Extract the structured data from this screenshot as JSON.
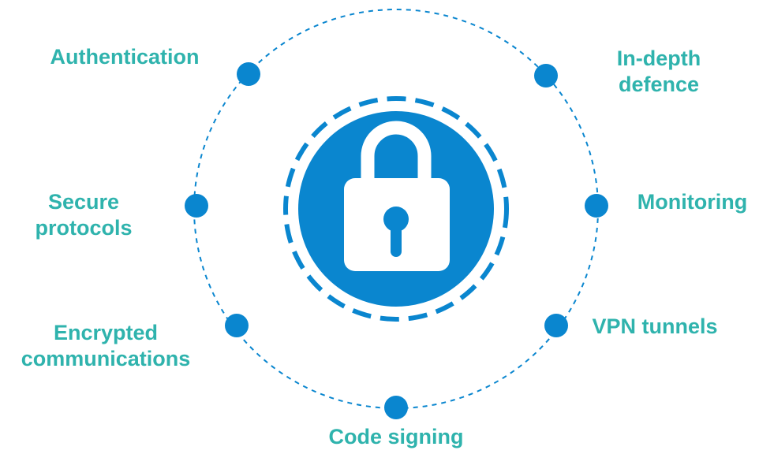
{
  "colors": {
    "accent": "#0a86cf",
    "label": "#2fb3ad",
    "lock": "#ffffff"
  },
  "center": {
    "icon": "padlock-icon"
  },
  "nodes": [
    {
      "id": "authentication",
      "lines": [
        "Authentication"
      ]
    },
    {
      "id": "in-depth-defence",
      "lines": [
        "In-depth",
        "defence"
      ]
    },
    {
      "id": "monitoring",
      "lines": [
        "Monitoring"
      ]
    },
    {
      "id": "vpn-tunnels",
      "lines": [
        "VPN tunnels"
      ]
    },
    {
      "id": "code-signing",
      "lines": [
        "Code signing"
      ]
    },
    {
      "id": "encrypted-communications",
      "lines": [
        "Encrypted",
        "communications"
      ]
    },
    {
      "id": "secure-protocols",
      "lines": [
        "Secure",
        "protocols"
      ]
    }
  ]
}
